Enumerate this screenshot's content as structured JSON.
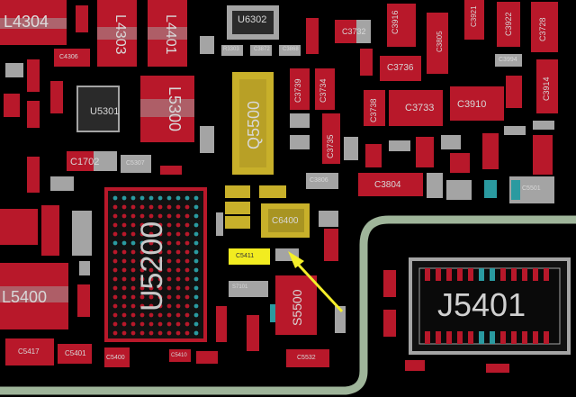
{
  "labels": {
    "l4304": "L4304",
    "l4303": "L4303",
    "l4401": "L4401",
    "u6302": "U6302",
    "c3916": "C3916",
    "c3921": "C3921",
    "c3922": "C3922",
    "c3728": "C3728",
    "c3732": "C3732",
    "c3805": "C3805",
    "c3994": "C3994",
    "c3736": "C3736",
    "c3914": "C3914",
    "c3739": "C3739",
    "c3734": "C3734",
    "u5301": "U5301",
    "l5300": "L5300",
    "q5500": "Q5500",
    "c3733": "C3733",
    "c3738": "C3738",
    "c3910": "C3910",
    "c3735": "C3735",
    "c1702": "C1702",
    "c5307": "C5307",
    "c3806": "C3806",
    "c3804": "C3804",
    "c5501": "C5501",
    "c6400": "C6400",
    "u5200": "U5200",
    "c5411": "C5411",
    "l5400": "L5400",
    "s5500": "S5500",
    "j5401": "J5401",
    "c5417": "C5417",
    "c5401": "C5401",
    "c5400": "C5400",
    "c5410": "C5410",
    "c5532": "C5532",
    "c4306": "C4306",
    "r3303": "R3303",
    "c3872": "C3872",
    "c3868": "C3868",
    "s7101": "S7101"
  },
  "colors": {
    "board": "#000000",
    "pad_red": "#b8182a",
    "pad_grey": "#a4a4a4",
    "highlight": "#c8b02a",
    "trace": "#9fb59a",
    "arrow": "#f4ee2a",
    "label": "#d8d8d8"
  }
}
